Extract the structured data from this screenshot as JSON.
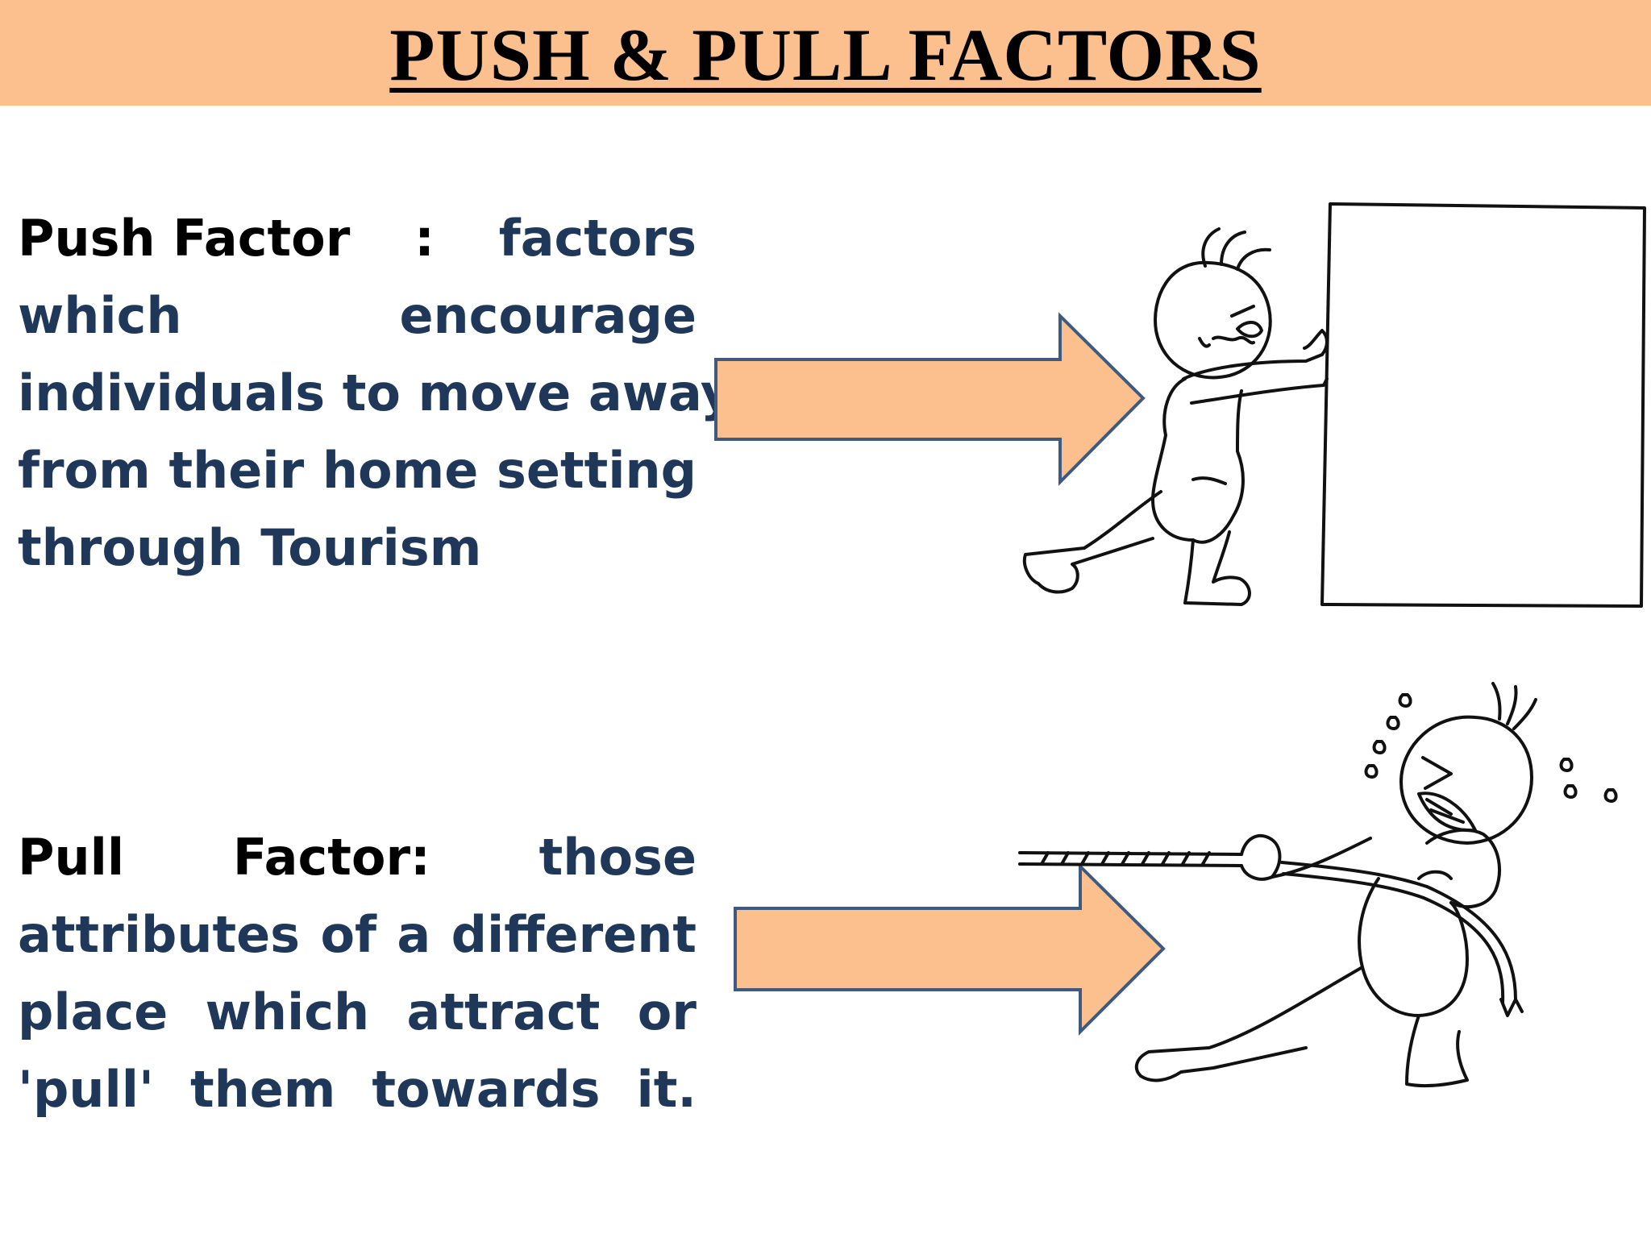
{
  "title": "PUSH & PULL FACTORS",
  "push": {
    "term": "Push Factor",
    "separator": ":",
    "line1_word": "factors",
    "line2": [
      "which",
      "encourage"
    ],
    "line3": "individuals to move away",
    "line4": [
      "from",
      "their",
      "home",
      "setting"
    ],
    "line5": "through Tourism"
  },
  "pull": {
    "term_word1": "Pull",
    "term_word2": "Factor:",
    "line1_word": "those",
    "line2": [
      "attributes",
      "of",
      "a",
      "different"
    ],
    "line3": [
      "place",
      "which",
      "attract",
      "or"
    ],
    "line4": [
      "'pull'",
      "them",
      "towards",
      "it."
    ]
  },
  "colors": {
    "title_band": "#fbc08e",
    "arrow_fill": "#fbc08e",
    "arrow_stroke": "#3e5a80",
    "body_text": "#1f3759",
    "term_text": "#000000"
  },
  "icons": {
    "push_illustration": "person-pushing-box",
    "pull_illustration": "person-pulling-rope"
  }
}
